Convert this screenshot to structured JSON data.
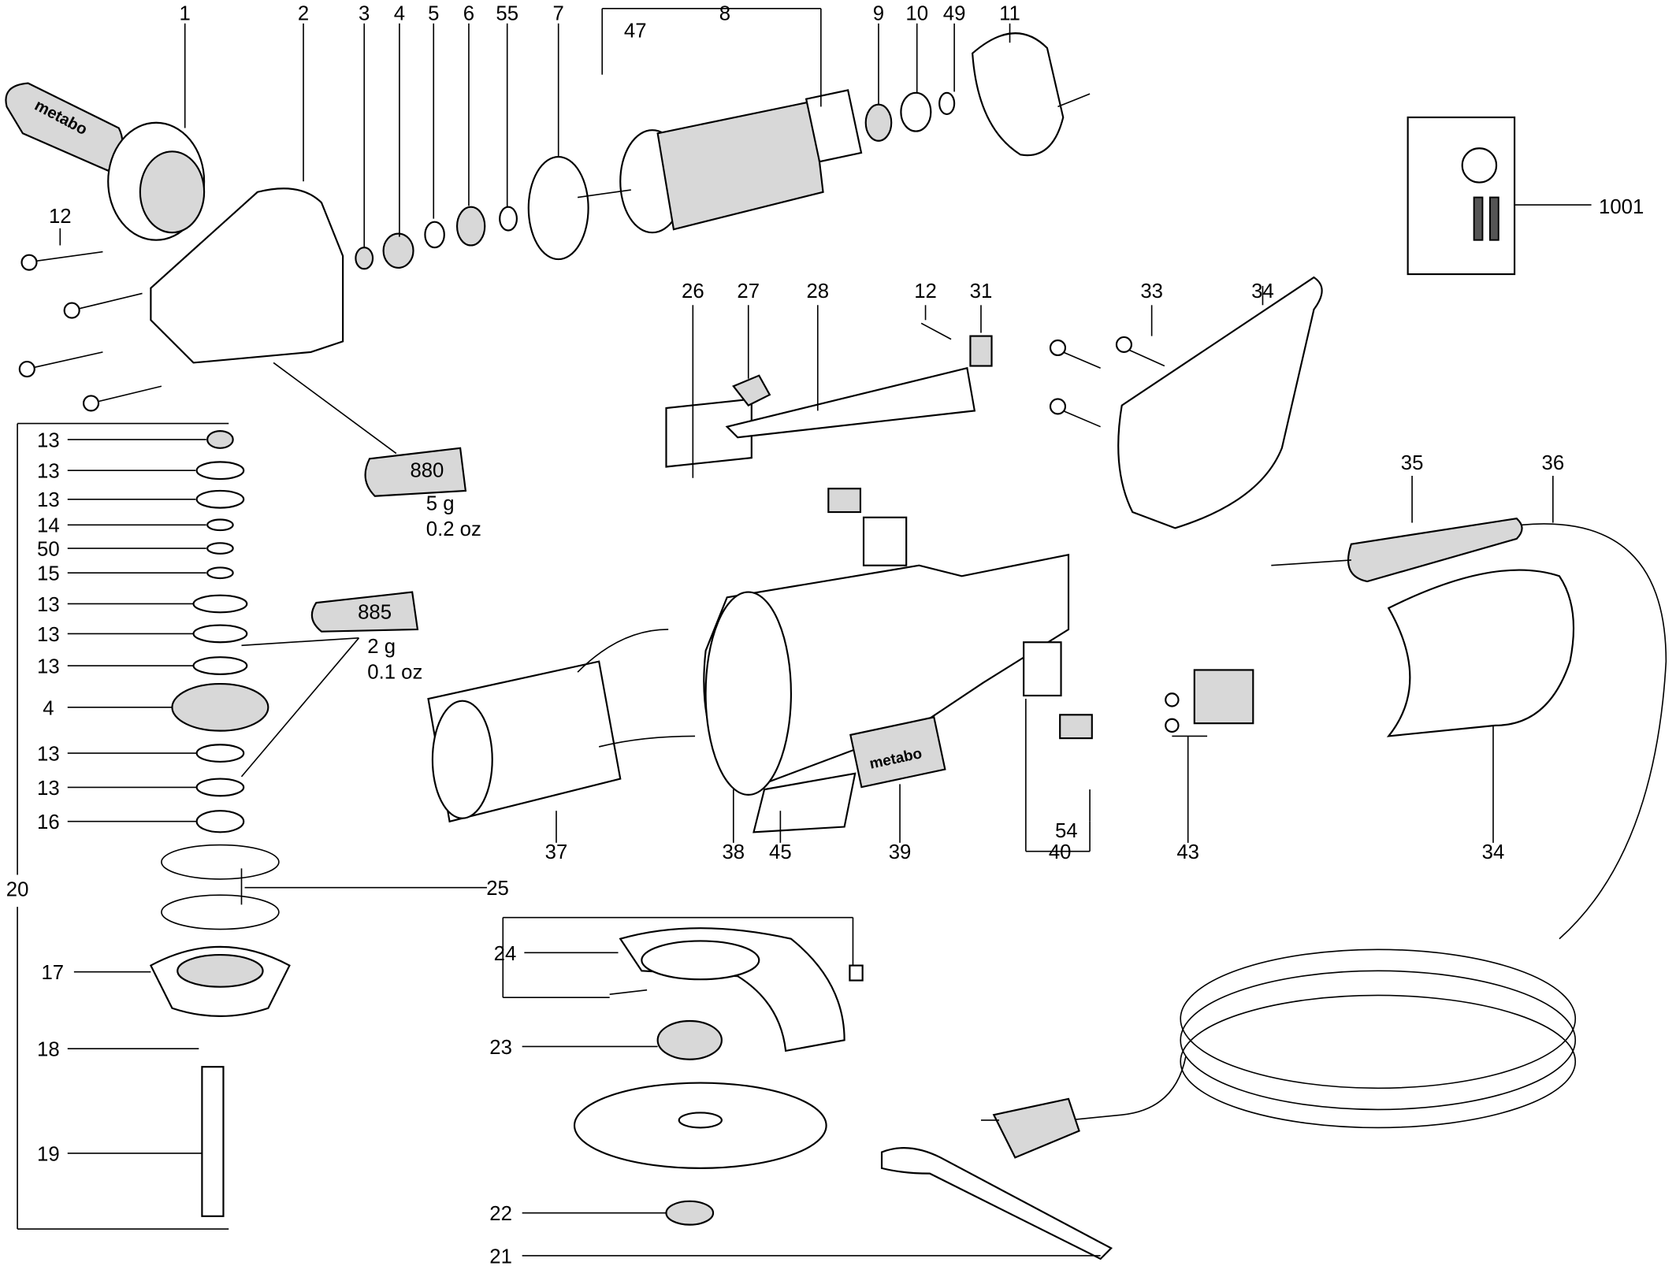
{
  "diagram": {
    "callouts": [
      "1",
      "2",
      "3",
      "4",
      "5",
      "6",
      "55",
      "7",
      "8",
      "47",
      "9",
      "10",
      "49",
      "11",
      "1001",
      "12",
      "26",
      "27",
      "28",
      "12",
      "31",
      "33",
      "34",
      "13",
      "13",
      "13",
      "14",
      "50",
      "15",
      "13",
      "13",
      "13",
      "4",
      "13",
      "13",
      "16",
      "20",
      "25",
      "17",
      "18",
      "19",
      "35",
      "36",
      "37",
      "38",
      "45",
      "39",
      "54",
      "40",
      "43",
      "34",
      "24",
      "23",
      "22",
      "21"
    ],
    "grease_880": {
      "code": "880",
      "weight_g": "5 g",
      "weight_oz": "0.2 oz"
    },
    "grease_885": {
      "code": "885",
      "weight_g": "2 g",
      "weight_oz": "0.1 oz"
    },
    "brand_marks": {
      "handle": "metabo",
      "nameplate": "metabo"
    }
  }
}
